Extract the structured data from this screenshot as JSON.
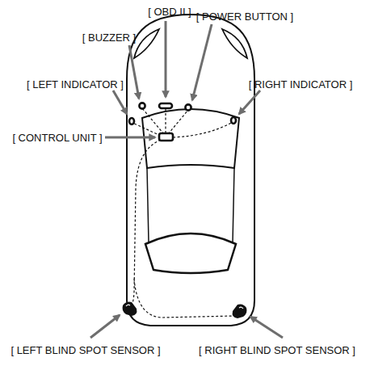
{
  "diagram": {
    "labels": [
      "[ OBD II ]",
      "[ BUZZER ]",
      "[ POWER BUTTON ]",
      "[ LEFT INDICATOR ]",
      "[ RIGHT INDICATOR ]",
      "[ CONTROL UNIT ]",
      "[ LEFT BLIND SPOT SENSOR ]",
      "[ RIGHT BLIND SPOT SENSOR ]"
    ]
  }
}
